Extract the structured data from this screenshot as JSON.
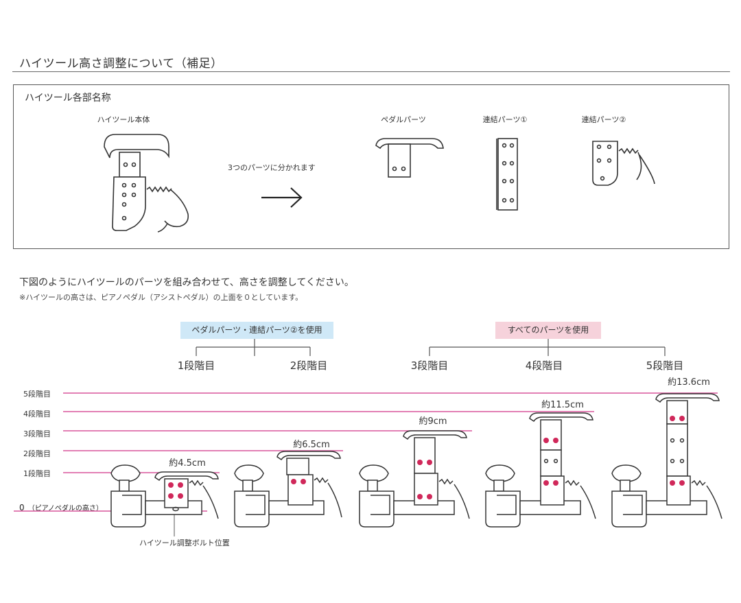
{
  "page_title": "ハイツール高さ調整について（補足）",
  "parts_section": {
    "heading": "ハイツール各部名称",
    "main_body_label": "ハイツール本体",
    "split_note": "3つのパーツに分かれます",
    "parts": [
      "ペダルパーツ",
      "連結パーツ①",
      "連結パーツ②"
    ]
  },
  "instruction": "下図のようにハイツールのパーツを組み合わせて、高さを調整してください。",
  "footnote": "※ハイツールの高さは、ピアノペダル（アシストペダル）の上面を０としています。",
  "groups": {
    "partial": "ペダルパーツ・連結パーツ②を使用",
    "all": "すべてのパーツを使用"
  },
  "steps": [
    "1段階目",
    "2段階目",
    "3段階目",
    "4段階目",
    "5段階目"
  ],
  "levels": [
    "5段階目",
    "4段階目",
    "3段階目",
    "2段階目",
    "1段階目"
  ],
  "zero_label": "0",
  "zero_note": "（ピアノペダルの高さ）",
  "measurements": [
    "約4.5cm",
    "約6.5cm",
    "約9cm",
    "約11.5cm",
    "約13.6cm"
  ],
  "bolt_caption": "ハイツール調整ボルト位置",
  "colors": {
    "level_line": "#d9559b",
    "bolt": "#d0285a",
    "badge_blue": "#cfe8f7",
    "badge_pink": "#f6d2db"
  }
}
